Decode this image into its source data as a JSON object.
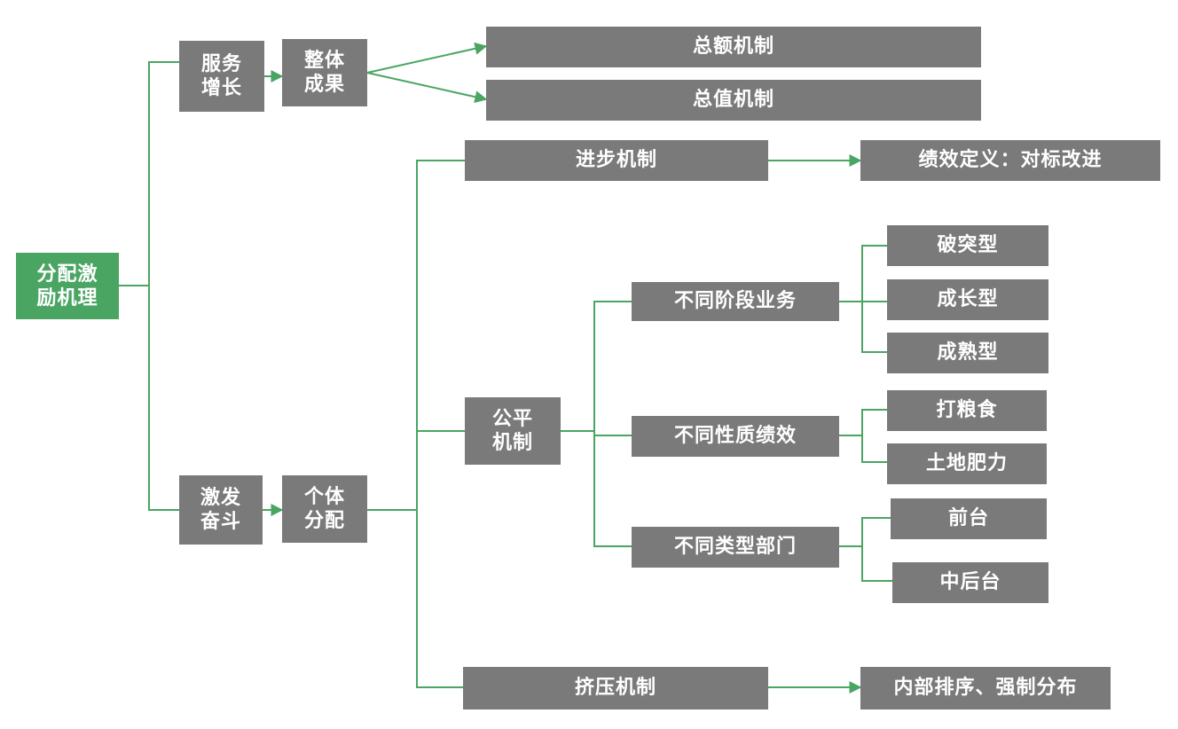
{
  "root": {
    "line1": "分配激",
    "line2": "励机理"
  },
  "service_growth": {
    "line1": "服务",
    "line2": "增长"
  },
  "overall_result": {
    "line1": "整体",
    "line2": "成果"
  },
  "total_amount": "总额机制",
  "total_value": "总值机制",
  "motivate_struggle": {
    "line1": "激发",
    "line2": "奋斗"
  },
  "individual_distribution": {
    "line1": "个体",
    "line2": "分配"
  },
  "progress_mechanism": "进步机制",
  "performance_definition": "绩效定义：对标改进",
  "fairness_mechanism": {
    "line1": "公平",
    "line2": "机制"
  },
  "stage_business": {
    "label": "不同阶段业务",
    "children": [
      "破突型",
      "成长型",
      "成熟型"
    ]
  },
  "nature_performance": {
    "label": "不同性质绩效",
    "children": [
      "打粮食",
      "土地肥力"
    ]
  },
  "department_type": {
    "label": "不同类型部门",
    "children": [
      "前台",
      "中后台"
    ]
  },
  "squeeze_mechanism": "挤压机制",
  "ranking": "内部排序、强制分布",
  "colors": {
    "line": "#4aa563",
    "box": "#7a7a7a",
    "root": "#4aa563",
    "text": "#ffffff"
  }
}
